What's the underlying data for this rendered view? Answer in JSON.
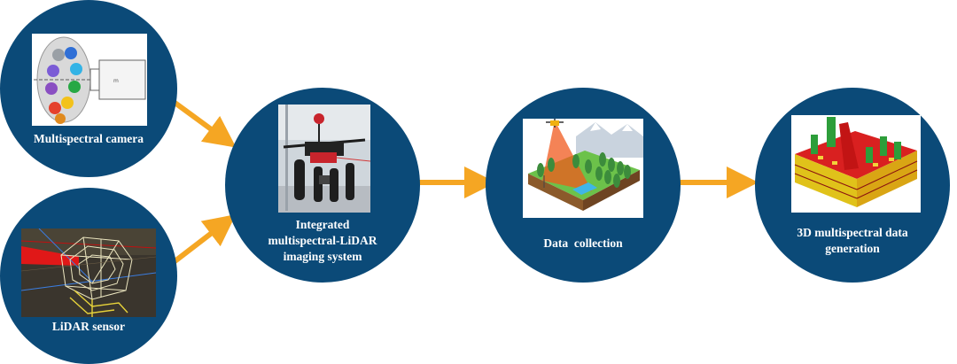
{
  "nodes": {
    "camera": {
      "label": "Multispectral camera"
    },
    "lidar": {
      "label": "LiDAR sensor"
    },
    "system": {
      "label_lines": [
        "Integrated",
        "multispectral-LiDAR",
        "imaging system"
      ]
    },
    "collection": {
      "label": "Data  collection"
    },
    "generation": {
      "label_lines": [
        "3D multispectral data",
        "generation"
      ]
    }
  },
  "colors": {
    "circle": "#0b4a78",
    "arrow": "#f5a623"
  }
}
